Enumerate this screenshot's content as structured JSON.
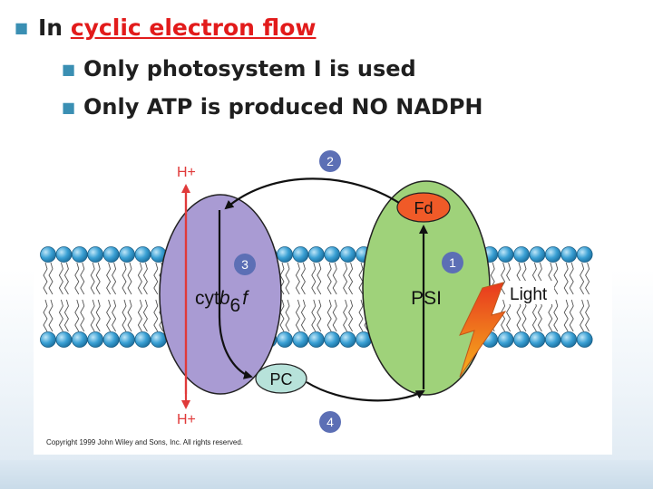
{
  "bullets": {
    "main_prefix": "In ",
    "main_link": "cyclic electron flow",
    "sub": [
      "Only photosystem I is used",
      "Only ATP is produced NO NADPH"
    ]
  },
  "diagram": {
    "h_plus_top": "H+",
    "h_plus_bottom": "H+",
    "step_numbers": [
      "2",
      "3",
      "1",
      "4"
    ],
    "fd": "Fd",
    "cyt": {
      "pre": "cyt",
      "b": "b",
      "sub": "6",
      "f": "f"
    },
    "psi": "PSI",
    "pc": "PC",
    "light": "Light",
    "copyright": "Copyright 1999 John Wiley and Sons, Inc. All rights reserved."
  },
  "colors": {
    "link": "#e21b1b",
    "bullet_marker": "#3a8fb3",
    "cytochrome": "#a99bd3",
    "psi": "#9fd27a",
    "fd": "#f05a28",
    "pc": "#b7e2da",
    "lipid_head": "#2f92c8",
    "proton_arrow": "#e03a3a",
    "step_badge": "#5c6fb5"
  }
}
